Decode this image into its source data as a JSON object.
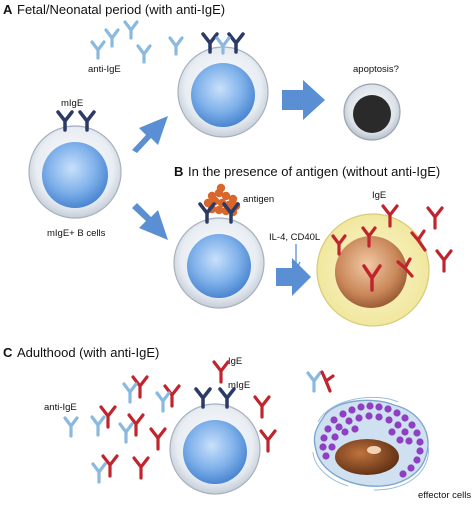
{
  "panels": {
    "a": {
      "letter": "A",
      "title": "Fetal/Neonatal period (with anti-IgE)",
      "anti_ige_label": "anti-IgE",
      "mige_label": "mIgE",
      "cells_label": "mIgE+ B cells",
      "apoptosis_label": "apoptosis?"
    },
    "b": {
      "letter": "B",
      "title": "In the presence of antigen (without anti-IgE)",
      "antigen_label": "antigen",
      "cytokine_label": "IL-4, CD40L",
      "ige_label": "IgE"
    },
    "c": {
      "letter": "C",
      "title": "Adulthood (with anti-IgE)",
      "ige_label": "IgE",
      "mige_label": "mIgE",
      "anti_ige_label": "anti-IgE",
      "effector_label": "effector cells"
    }
  },
  "colors": {
    "membrane_ige": "#2b3a67",
    "anti_ige": "#8ab9e0",
    "soluble_ige": "#c0242c",
    "arrow": "#5b8fd4",
    "antigen": "#d9662b",
    "granule": "#8e3fc2",
    "plasma_halo": "#f4eeaa"
  }
}
